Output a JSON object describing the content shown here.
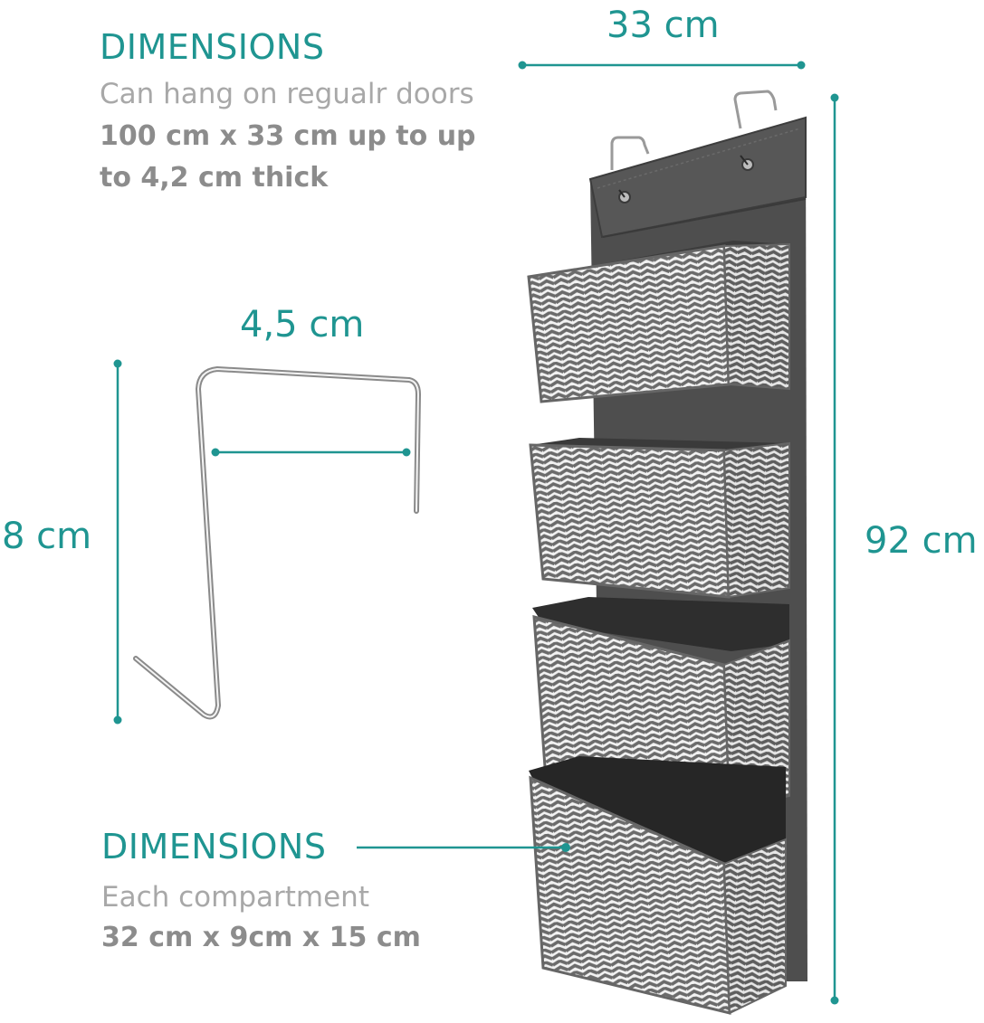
{
  "top_block": {
    "heading": "DIMENSIONS",
    "line1": "Can hang on regualr doors",
    "line2": "100 cm x 33 cm up to up",
    "line3": "to 4,2 cm thick"
  },
  "hook": {
    "width_label": "4,5 cm",
    "height_label": "8 cm"
  },
  "organizer": {
    "width_label": "33 cm",
    "height_label": "92 cm",
    "pocket_count": 4
  },
  "bottom_block": {
    "heading": "DIMENSIONS",
    "line1": "Each compartment",
    "line2": "32 cm x 9cm x 15 cm"
  },
  "colors": {
    "accent_teal": "#1f9591",
    "text_light_grey": "#a8a8a8",
    "text_bold_grey": "#8c8c8c",
    "fabric_dark": "#4a4a4a",
    "fabric_chevron": "#6e6e6e"
  }
}
